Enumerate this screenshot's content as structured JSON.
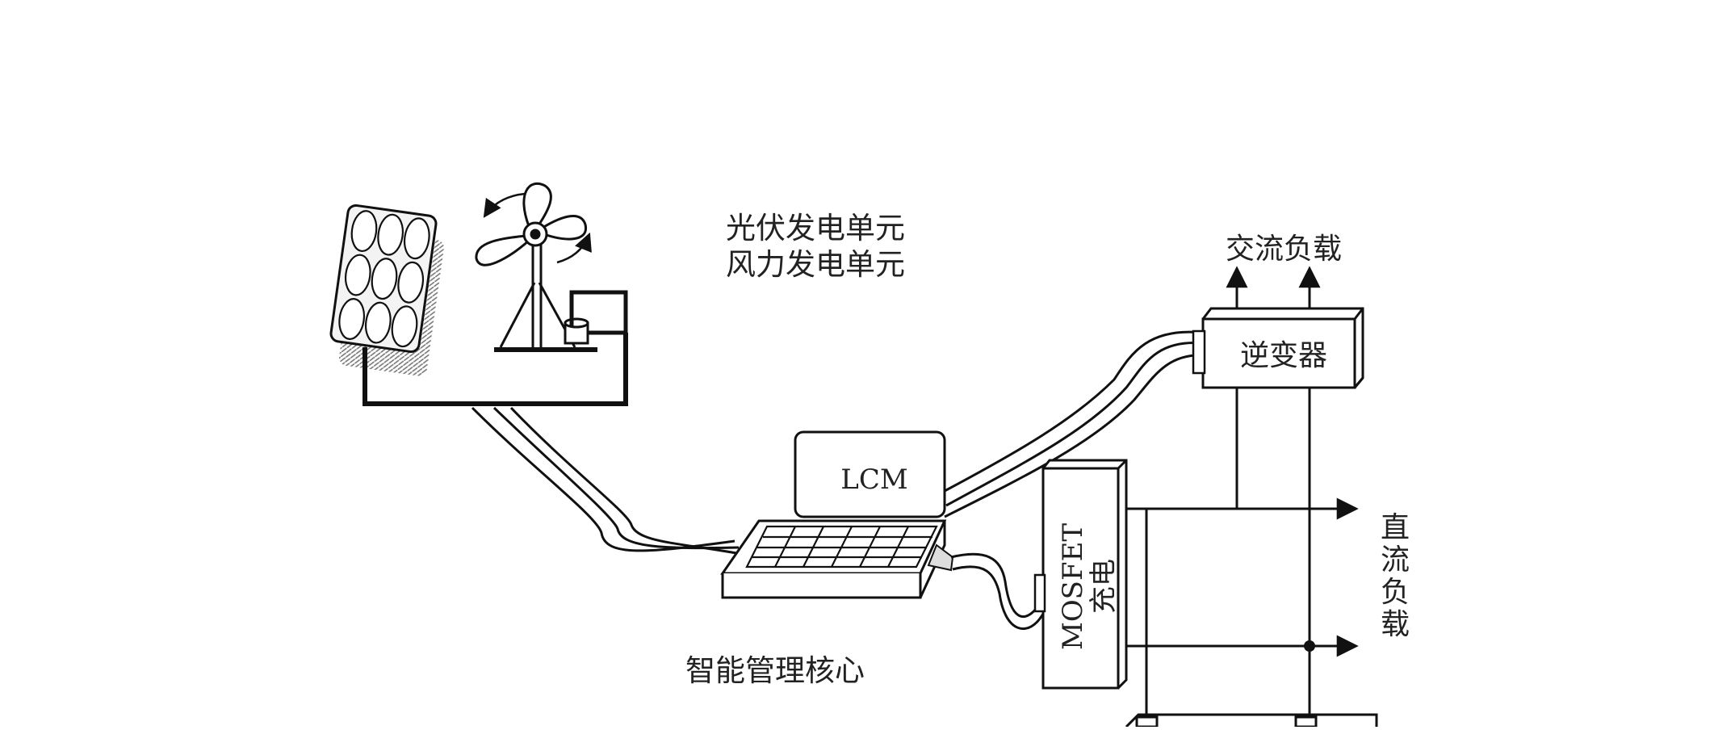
{
  "labels": {
    "pv_unit": "光伏发电单元",
    "wind_unit": "风力发电单元",
    "ac_load": "交流负载",
    "inverter": "逆变器",
    "lcm": "LCM",
    "core": "智能管理核心",
    "mosfet": "MOSFET",
    "charge": "充电",
    "dc_load": "直流负载"
  },
  "colors": {
    "line": "#111111",
    "shade": "#9a9a9a",
    "background": "#ffffff"
  }
}
